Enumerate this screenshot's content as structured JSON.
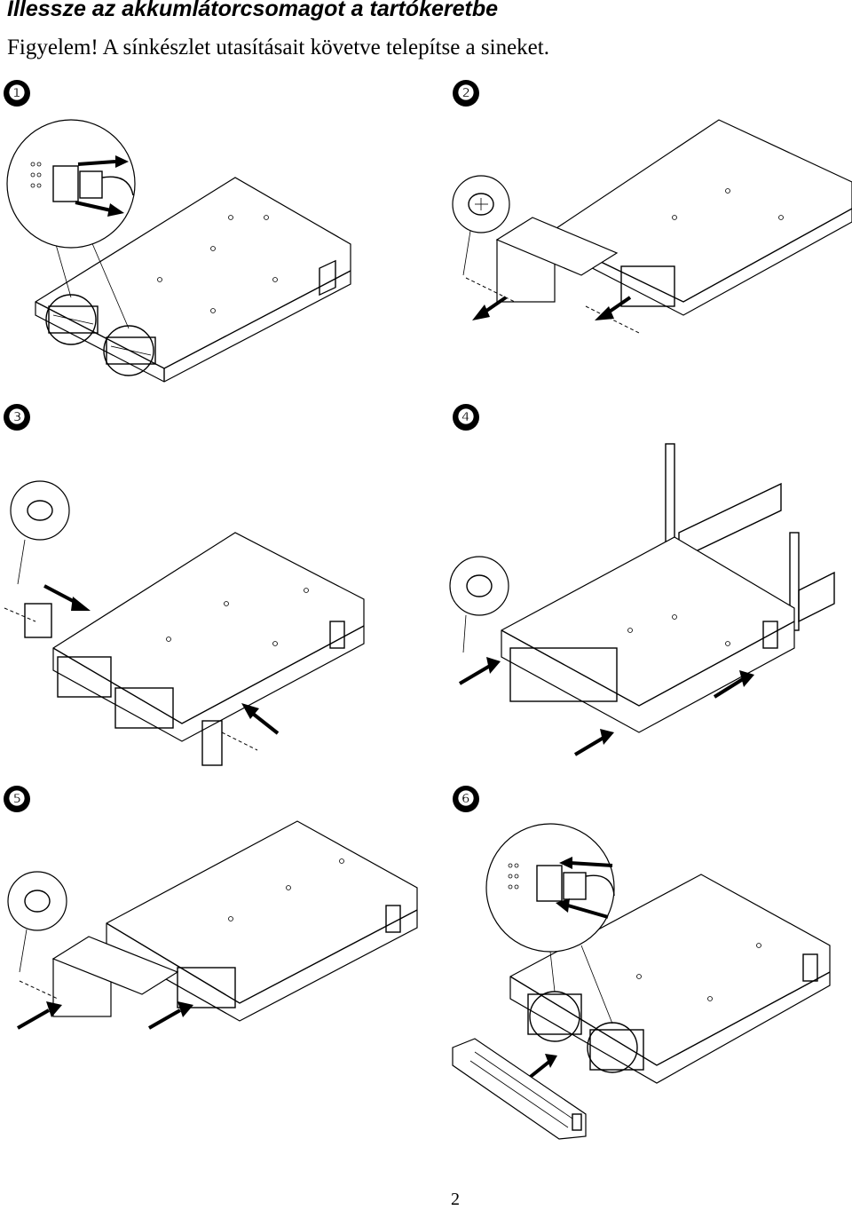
{
  "header": {
    "title": "Illessze az akkumlátorcsomagot a tartókeretbe",
    "warning": "Figyelem! A sínkészlet utasításait követve telepítse a sineket."
  },
  "steps": [
    {
      "badge": "❶"
    },
    {
      "badge": "❷"
    },
    {
      "badge": "❸"
    },
    {
      "badge": "❹"
    },
    {
      "badge": "❺"
    },
    {
      "badge": "❻"
    }
  ],
  "footer": {
    "page_number": "2"
  },
  "icons": {
    "screw": "screw-icon",
    "arrow": "arrow-icon",
    "connector": "connector-icon"
  }
}
